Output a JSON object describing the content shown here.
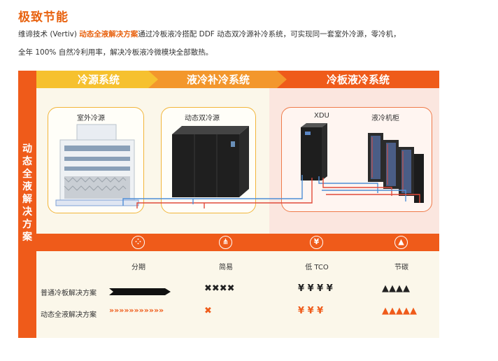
{
  "title": "极致节能",
  "intro": {
    "prefix": "维谛技术 (Vertiv) ",
    "highlight": "动态全液解决方案",
    "suffix": "通过冷板液冷搭配 DDF 动态双冷源补冷系统，可实现同一套室外冷源，零冷机，",
    "line2": "全年 100% 自然冷利用率，解决冷板液冷微模块全部散热。"
  },
  "diagram": {
    "side_label": "动态全液解决方案",
    "banners": [
      "冷源系统",
      "液冷补冷系统",
      "冷板液冷系统"
    ],
    "labels": {
      "outdoor": "室外冷源",
      "ddf": "动态双冷源",
      "xdu": "XDU",
      "rack": "液冷机柜"
    }
  },
  "comparison": {
    "columns": [
      "分期",
      "简易",
      "低 TCO",
      "节碳"
    ],
    "column_icons": [
      "grid-icon",
      "tree-structure-icon",
      "yen-icon",
      "tree-icon"
    ],
    "rows": [
      {
        "label": "普通冷板解决方案",
        "period": "",
        "simple": "✖✖✖✖",
        "tco": "¥ ¥ ¥ ¥",
        "carbon": "▲▲▲▲"
      },
      {
        "label": "动态全液解决方案",
        "period": "»»»»»»»»»»»",
        "simple": "✖",
        "tco": "¥ ¥ ¥",
        "carbon": "▲▲▲▲▲"
      }
    ]
  },
  "colors": {
    "accent": "#ef5b1a",
    "yellow": "#f6c12f",
    "amber": "#f3972c",
    "background": "#fbf7ea"
  }
}
